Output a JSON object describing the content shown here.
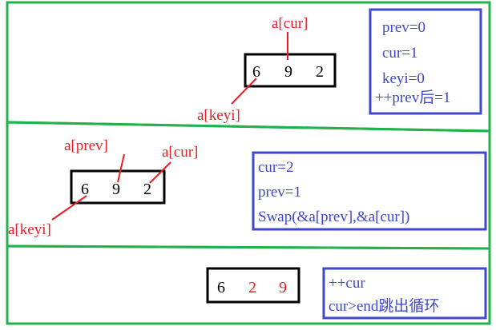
{
  "colors": {
    "panel_border": "#22b14c",
    "note_border": "#3f48cc",
    "note_text": "#3f48cc",
    "label_red": "#ed1c24",
    "box_border": "#000000",
    "text_black": "#000000",
    "highlight_red": "#ed1c24"
  },
  "panels": [
    {
      "array": [
        "6",
        "9",
        "2"
      ],
      "pointers": [
        "a[cur]",
        "a[keyi]"
      ],
      "notes": [
        "prev=0",
        "cur=1",
        "keyi=0",
        "++prev后=1"
      ]
    },
    {
      "array": [
        "6",
        "9",
        "2"
      ],
      "pointers": [
        "a[prev]",
        "a[cur]",
        "a[keyi]"
      ],
      "notes": [
        "cur=2",
        "prev=1",
        "Swap(&a[prev],&a[cur])"
      ]
    },
    {
      "array": [
        "6",
        "2",
        "9"
      ],
      "highlighted": [
        false,
        true,
        true
      ],
      "notes": [
        "++cur",
        "cur>end跳出循环"
      ]
    }
  ]
}
